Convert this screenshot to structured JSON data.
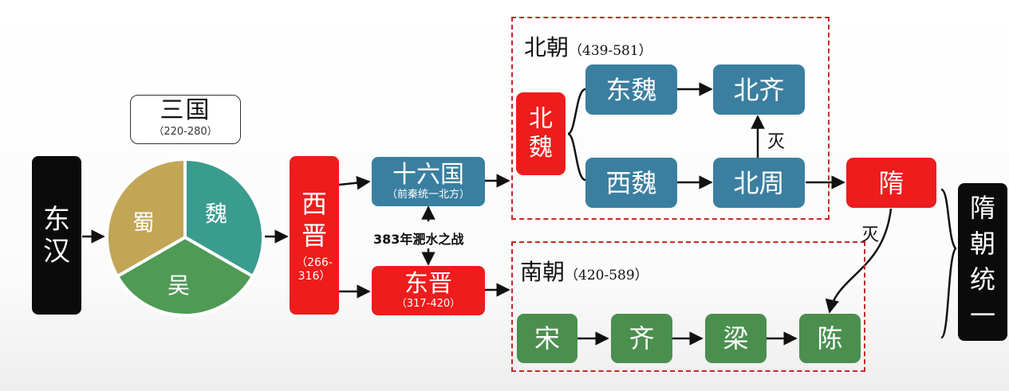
{
  "nodes": {
    "dong_han": "东汉",
    "san_guo": "三国",
    "san_guo_years": "（220-280）",
    "wei": "魏",
    "shu": "蜀",
    "wu": "吴",
    "xi_jin": "西晋",
    "xi_jin_years": "（266-316）",
    "shi_liu_guo": "十六国",
    "shi_liu_guo_note": "（前秦统一北方）",
    "battle": "383年淝水之战",
    "dong_jin": "东晋",
    "dong_jin_years": "（317-420）",
    "bei_chao": "北朝",
    "bei_chao_years": "（439-581）",
    "bei_wei": "北魏",
    "dong_wei": "东魏",
    "xi_wei": "西魏",
    "bei_qi": "北齐",
    "bei_zhou": "北周",
    "mie_1": "灭",
    "nan_chao": "南朝",
    "nan_chao_years": "（420-589）",
    "song": "宋",
    "qi": "齐",
    "liang": "梁",
    "chen": "陈",
    "sui": "隋",
    "mie_2": "灭",
    "sui_unify": "隋朝统一"
  },
  "colors": {
    "black": "#0b0b0b",
    "red": "#ee1c1c",
    "blue": "#3a7fa0",
    "green": "#4b8f4e",
    "pie_wei": "#3a9c8e",
    "pie_shu": "#c2a656",
    "pie_wu": "#4f9a55",
    "dash": "#c62828"
  }
}
